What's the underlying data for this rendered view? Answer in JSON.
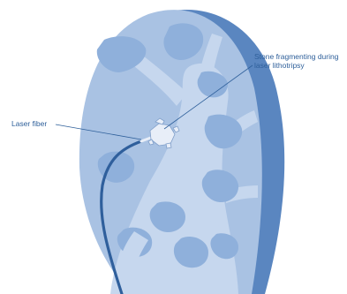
{
  "labels": {
    "laser_fiber": "Laser fiber",
    "stone_line1": "Stone fragmenting during",
    "stone_line2": "laser lithotripsy"
  },
  "colors": {
    "background": "#ffffff",
    "kidney_outer": "#a9c2e3",
    "kidney_rim": "#5a86c0",
    "kidney_inner": "#c6d7ee",
    "kidney_calyx": "#8fb0db",
    "fiber": "#2f5f9c",
    "leader_line": "#2e5f9a",
    "stone": "#e8eef8",
    "label_text": "#2e5f9a"
  }
}
